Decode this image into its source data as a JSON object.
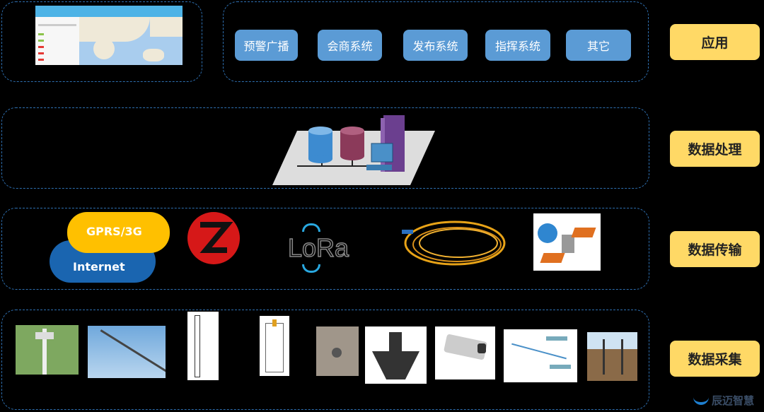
{
  "layers": {
    "application": "应用",
    "processing": "数据处理",
    "transmission": "数据传输",
    "collection": "数据采集"
  },
  "apps": [
    "预警广播",
    "会商系统",
    "发布系统",
    "指挥系统",
    "其它"
  ],
  "transmission": {
    "cloud_top": "GPRS/3G",
    "cloud_bottom": "Internet",
    "lora": "LoRa"
  },
  "logo": "辰迈智慧",
  "colors": {
    "button": "#5b9bd5",
    "label": "#ffd966",
    "border": "#2e6fb0"
  }
}
